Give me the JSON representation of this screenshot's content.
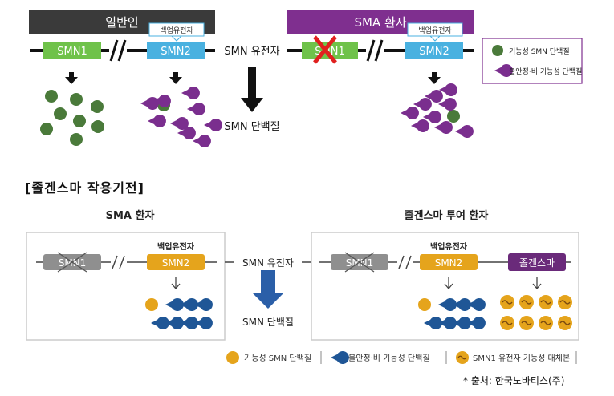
{
  "top": {
    "normal_label": "일반인",
    "sma_label": "SMA 환자",
    "smn1": "SMN1",
    "smn2": "SMN2",
    "backup_gene": "백업유전자",
    "gene_label": "SMN 유전자",
    "protein_label": "SMN 단백질",
    "legend": {
      "functional": "기능성 SMN 단백질",
      "nonfunctional": "불안정·비 기능성 단백질"
    },
    "colors": {
      "green": "#4a7a3a",
      "purple": "#7a2e8e",
      "gene_green": "#6fc24a",
      "gene_blue": "#49b1e0",
      "dark": "#3a3a3a",
      "sma_purple": "#7f2f8f"
    }
  },
  "section_title": "[졸겐스마 작용기전]",
  "bottom": {
    "sma_patient": "SMA 환자",
    "treated_patient": "졸겐스마 투여 환자",
    "smn1": "SMN1",
    "smn2": "SMN2",
    "backup_gene": "백업유전자",
    "zolgensma": "졸겐스마",
    "gene_label": "SMN 유전자",
    "protein_label": "SMN 단백질",
    "legend": {
      "functional": "기능성 SMN 단백질",
      "nonfunctional": "불안정·비 기능성 단백질",
      "replacement": "SMN1 유전자 기능성 대체본"
    },
    "colors": {
      "orange": "#e5a41c",
      "navy": "#1f5696",
      "gray": "#8f8f8f",
      "violet": "#6a2a7a",
      "arrow_blue": "#2b5fa8"
    }
  },
  "source": "* 출처: 한국노바티스(주)"
}
